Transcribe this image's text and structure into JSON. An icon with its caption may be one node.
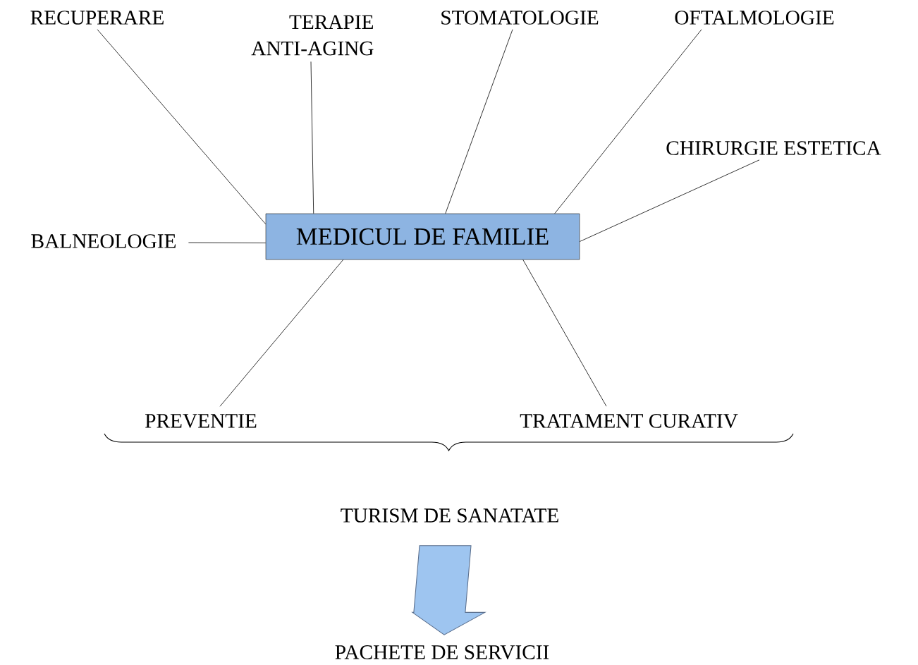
{
  "diagram": {
    "nodes": [
      {
        "text": [
          "RECUPERARE"
        ]
      },
      {
        "text": [
          "TERAPIE ANTI-AGING"
        ]
      },
      {
        "text": [
          "STOMATOLOGIE"
        ]
      },
      {
        "text": [
          "OFTALMOLOGIE"
        ]
      },
      {
        "text": [
          "CHIRURGIE ESTETICA"
        ]
      },
      {
        "text": [
          "MEDICUL DE FAMILIE"
        ]
      },
      {
        "text": [
          "BALNEOLOGIE"
        ]
      },
      {
        "text": [
          "PREVENTIE"
        ]
      },
      {
        "text": [
          "TRATAMENT CURATIV"
        ]
      },
      {
        "text": [
          "TURISM DE SANATATE"
        ]
      },
      {
        "text": [
          "PACHETE DE SERVICII"
        ]
      }
    ],
    "edges": [
      {
        "from": 5,
        "to": 0,
        "arrow": "none"
      },
      {
        "from": 5,
        "to": 1,
        "arrow": "none"
      },
      {
        "from": 5,
        "to": 2,
        "arrow": "none"
      },
      {
        "from": 5,
        "to": 3,
        "arrow": "none"
      },
      {
        "from": 5,
        "to": 4,
        "arrow": "none"
      },
      {
        "from": 5,
        "to": 6,
        "arrow": "none"
      },
      {
        "from": 5,
        "to": 7,
        "arrow": "none"
      },
      {
        "from": 5,
        "to": 8,
        "arrow": "none"
      },
      {
        "from": 9,
        "to": 10,
        "arrow": "to",
        "style": "thick",
        "color": "#9ec5f0"
      }
    ]
  }
}
